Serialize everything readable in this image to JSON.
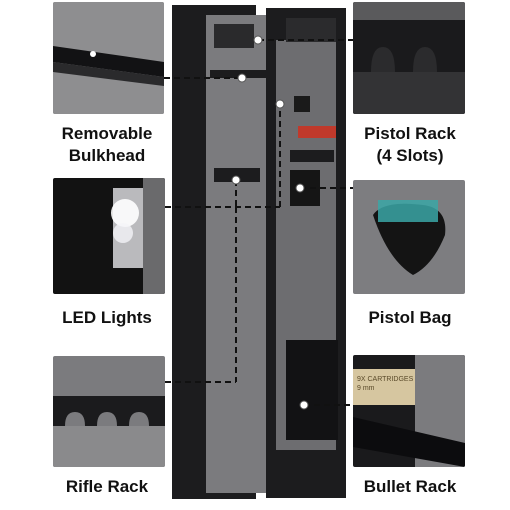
{
  "features": {
    "removable_bulkhead": "Removable\nBulkhead",
    "pistol_rack": "Pistol Rack\n(4 Slots)",
    "led_lights": "LED Lights",
    "pistol_bag": "Pistol Bag",
    "rifle_rack": "Rifle Rack",
    "bullet_rack": "Bullet Rack"
  },
  "box_text": {
    "line1": "9X CARTRIDGES",
    "line2": "9 mm"
  },
  "colors": {
    "safe_body": "#1c1c1e",
    "felt": "#7a7a7c",
    "accent_red": "#c0392b"
  }
}
